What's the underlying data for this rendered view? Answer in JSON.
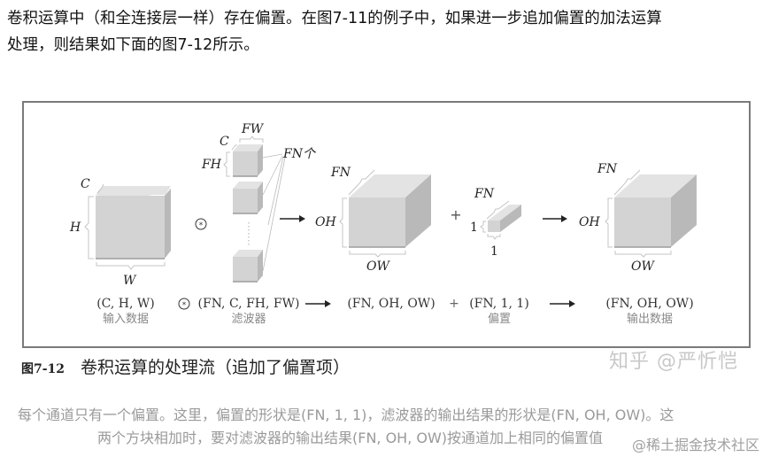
{
  "article": {
    "paragraph1": "卷积运算中（和全连接层一样）存在偏置。在图7-11的例子中，如果进一步追加偏置的加法运算",
    "paragraph2": "处理，则结果如下面的图7-12所示。"
  },
  "figure": {
    "input": {
      "c": "C",
      "h": "H",
      "w": "W",
      "shape": "(C, H, W)",
      "label": "输入数据"
    },
    "filter": {
      "fw": "FW",
      "c": "C",
      "fh": "FH",
      "count": "FN个",
      "shape": "(FN, C, FH, FW)",
      "label": "滤波器"
    },
    "conv_op": "⊛",
    "arrow": "⟶",
    "conv_out": {
      "fn": "FN",
      "oh": "OH",
      "ow": "OW",
      "shape": "(FN, OH, OW)"
    },
    "plus": "+",
    "bias": {
      "fn": "FN",
      "h": "1",
      "w": "1",
      "shape": "(FN, 1, 1)",
      "label": "偏置"
    },
    "output": {
      "fn": "FN",
      "oh": "OH",
      "ow": "OW",
      "shape": "(FN, OH, OW)",
      "label": "输出数据"
    }
  },
  "caption": {
    "number": "图7-12",
    "text": "卷积运算的处理流（追加了偏置项）"
  },
  "watermark_zhihu": "知乎 @严忻恺",
  "faded_text": {
    "line1": "每个通道只有一个偏置。这里，偏置的形状是(FN, 1, 1)，滤波器的输出结果的形状是(FN, OH, OW)。这",
    "line2": "两个方块相加时，要对滤波器的输出结果(FN, OH, OW)按通道加上相同的偏置值"
  },
  "watermark_juejin": "@稀土掘金技术社区",
  "colors": {
    "cube_front": "#d3d3d3",
    "cube_top": "#e2e2e2",
    "cube_side": "#b8b8b8",
    "frame_border": "#7a7a7a",
    "label_gray": "#8a8a8a"
  }
}
